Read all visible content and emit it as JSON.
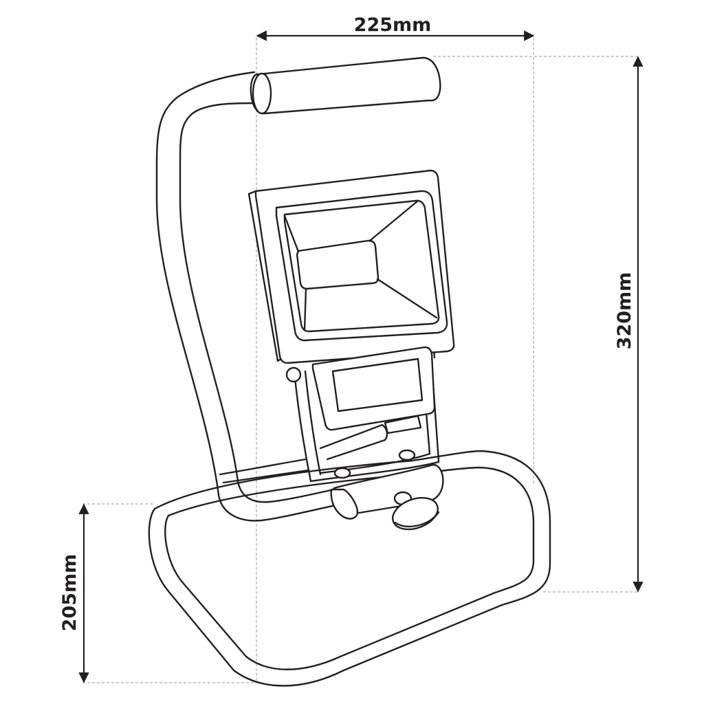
{
  "dimensions": {
    "width": "225mm",
    "height": "320mm",
    "base_depth": "205mm"
  },
  "colors": {
    "line": "#231f20",
    "guide": "#a7a9ac",
    "background": "#ffffff"
  }
}
